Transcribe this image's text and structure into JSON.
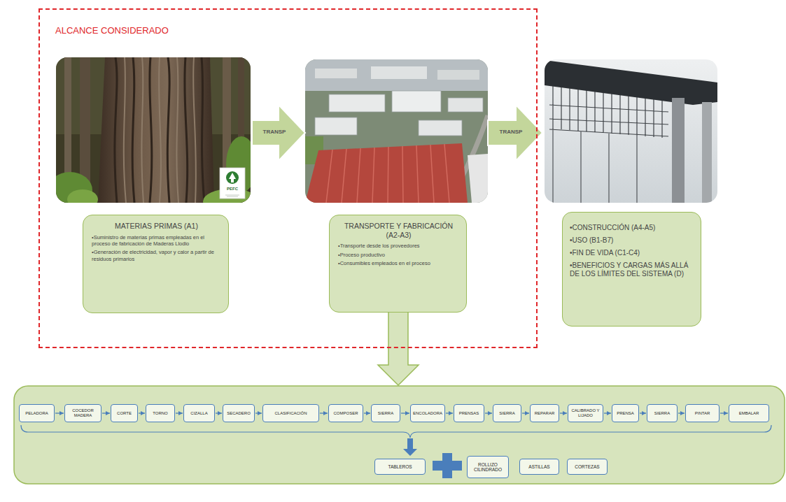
{
  "diagram": {
    "nodes": [
      {
        "text": [
          "ALCANCE CONSIDERADO"
        ]
      },
      {
        "text": [
          "MATERIAS PRIMAS (A1)",
          "•Suministro de materias primas empleadas en el proceso de fabricación de Maderas Llodio",
          "•Generación de electricidad, vapor y calor a partir de residuos primarios"
        ],
        "in": 0
      },
      {
        "text": [
          "TRANSPORTE Y FABRICACIÓN (A2-A3)",
          "•Transporte desde los proveedores",
          "•Proceso productivo",
          "•Consumibles empleados en el proceso"
        ],
        "in": 0
      },
      {
        "text": [
          "•CONSTRUCCIÓN (A4-A5)",
          "•USO (B1-B7)",
          "•FIN DE VIDA (C1-C4)",
          "•BENEFICIOS Y CARGAS MÁS ALLÁ DE LOS LÍMITES DEL SISTEMA (D)"
        ]
      },
      {
        "text": [
          "PELADORA"
        ]
      },
      {
        "text": [
          "COCEDOR MADERA"
        ]
      },
      {
        "text": [
          "CORTE"
        ]
      },
      {
        "text": [
          "TORNO"
        ]
      },
      {
        "text": [
          "CIZALLA"
        ]
      },
      {
        "text": [
          "SECADERO"
        ]
      },
      {
        "text": [
          "CLASIFICACIÓN"
        ]
      },
      {
        "text": [
          "COMPOSER"
        ]
      },
      {
        "text": [
          "SIERRA"
        ]
      },
      {
        "text": [
          "ENCOLADORA"
        ]
      },
      {
        "text": [
          "PRENSAS"
        ]
      },
      {
        "text": [
          "SIERRA"
        ]
      },
      {
        "text": [
          "REPARAR"
        ]
      },
      {
        "text": [
          "CALIBRADO Y LIJADO"
        ]
      },
      {
        "text": [
          "PRENSA"
        ]
      },
      {
        "text": [
          "SIERRA"
        ]
      },
      {
        "text": [
          "PINTAR"
        ]
      },
      {
        "text": [
          "EMBALAR"
        ]
      },
      {
        "text": [
          "TABLEROS"
        ]
      },
      {
        "text": [
          "ROLLIZO CILINDRADO"
        ]
      },
      {
        "text": [
          "ASTILLAS"
        ]
      },
      {
        "text": [
          "CORTEZAS"
        ]
      }
    ],
    "edges": [
      {
        "from": 4,
        "to": 5,
        "arrow": "to"
      },
      {
        "from": 5,
        "to": 6,
        "arrow": "to"
      },
      {
        "from": 6,
        "to": 7,
        "arrow": "to"
      },
      {
        "from": 7,
        "to": 8,
        "arrow": "to"
      },
      {
        "from": 8,
        "to": 9,
        "arrow": "to"
      },
      {
        "from": 9,
        "to": 10,
        "arrow": "to"
      },
      {
        "from": 10,
        "to": 11,
        "arrow": "to"
      },
      {
        "from": 11,
        "to": 12,
        "arrow": "to"
      },
      {
        "from": 12,
        "to": 13,
        "arrow": "to"
      },
      {
        "from": 13,
        "to": 14,
        "arrow": "to"
      },
      {
        "from": 14,
        "to": 15,
        "arrow": "to"
      },
      {
        "from": 15,
        "to": 16,
        "arrow": "to"
      },
      {
        "from": 16,
        "to": 17,
        "arrow": "to"
      },
      {
        "from": 17,
        "to": 18,
        "arrow": "to"
      },
      {
        "from": 18,
        "to": 19,
        "arrow": "to"
      },
      {
        "from": 19,
        "to": 20,
        "arrow": "to"
      },
      {
        "from": 20,
        "to": 21,
        "arrow": "to"
      }
    ],
    "labels": [
      "TRANSP",
      "TRANSP",
      "PEFC"
    ]
  }
}
